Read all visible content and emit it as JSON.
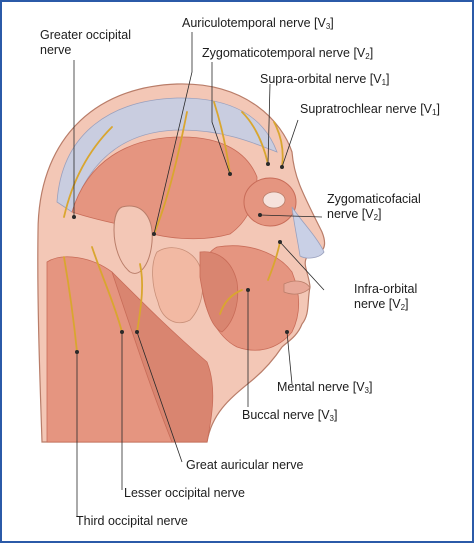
{
  "labels": {
    "greater_occipital": {
      "l1": "Greater occipital",
      "l2": "nerve"
    },
    "auriculotemporal": {
      "text": "Auriculotemporal nerve [V",
      "sub": "3",
      "end": "]"
    },
    "zygomaticotemporal": {
      "text": "Zygomaticotemporal nerve [V",
      "sub": "2",
      "end": "]"
    },
    "supra_orbital": {
      "text": "Supra-orbital nerve [V",
      "sub": "1",
      "end": "]"
    },
    "supratrochlear": {
      "text": "Supratrochlear nerve [V",
      "sub": "1",
      "end": "]"
    },
    "zygomaticofacial": {
      "l1": "Zygomaticofacial",
      "l2": "nerve [V",
      "sub": "2",
      "end": "]"
    },
    "infra_orbital": {
      "l1": "Infra-orbital",
      "l2": "nerve [V",
      "sub": "2",
      "end": "]"
    },
    "mental": {
      "text": "Mental nerve [V",
      "sub": "3",
      "end": "]"
    },
    "buccal": {
      "text": "Buccal nerve [V",
      "sub": "3",
      "end": "]"
    },
    "great_auricular": {
      "text": "Great auricular nerve"
    },
    "lesser_occipital": {
      "text": "Lesser occipital nerve"
    },
    "third_occipital": {
      "text": "Third occipital nerve"
    }
  },
  "colors": {
    "frame": "#2b5aa8",
    "skin": "#f3c7b6",
    "muscle": "#e59580",
    "muscle_dark": "#c86c58",
    "fascia": "#f1e6c6",
    "aponeurosis": "#c9cde0",
    "nerve": "#d9a62f",
    "gland": "#f2b9a3"
  }
}
